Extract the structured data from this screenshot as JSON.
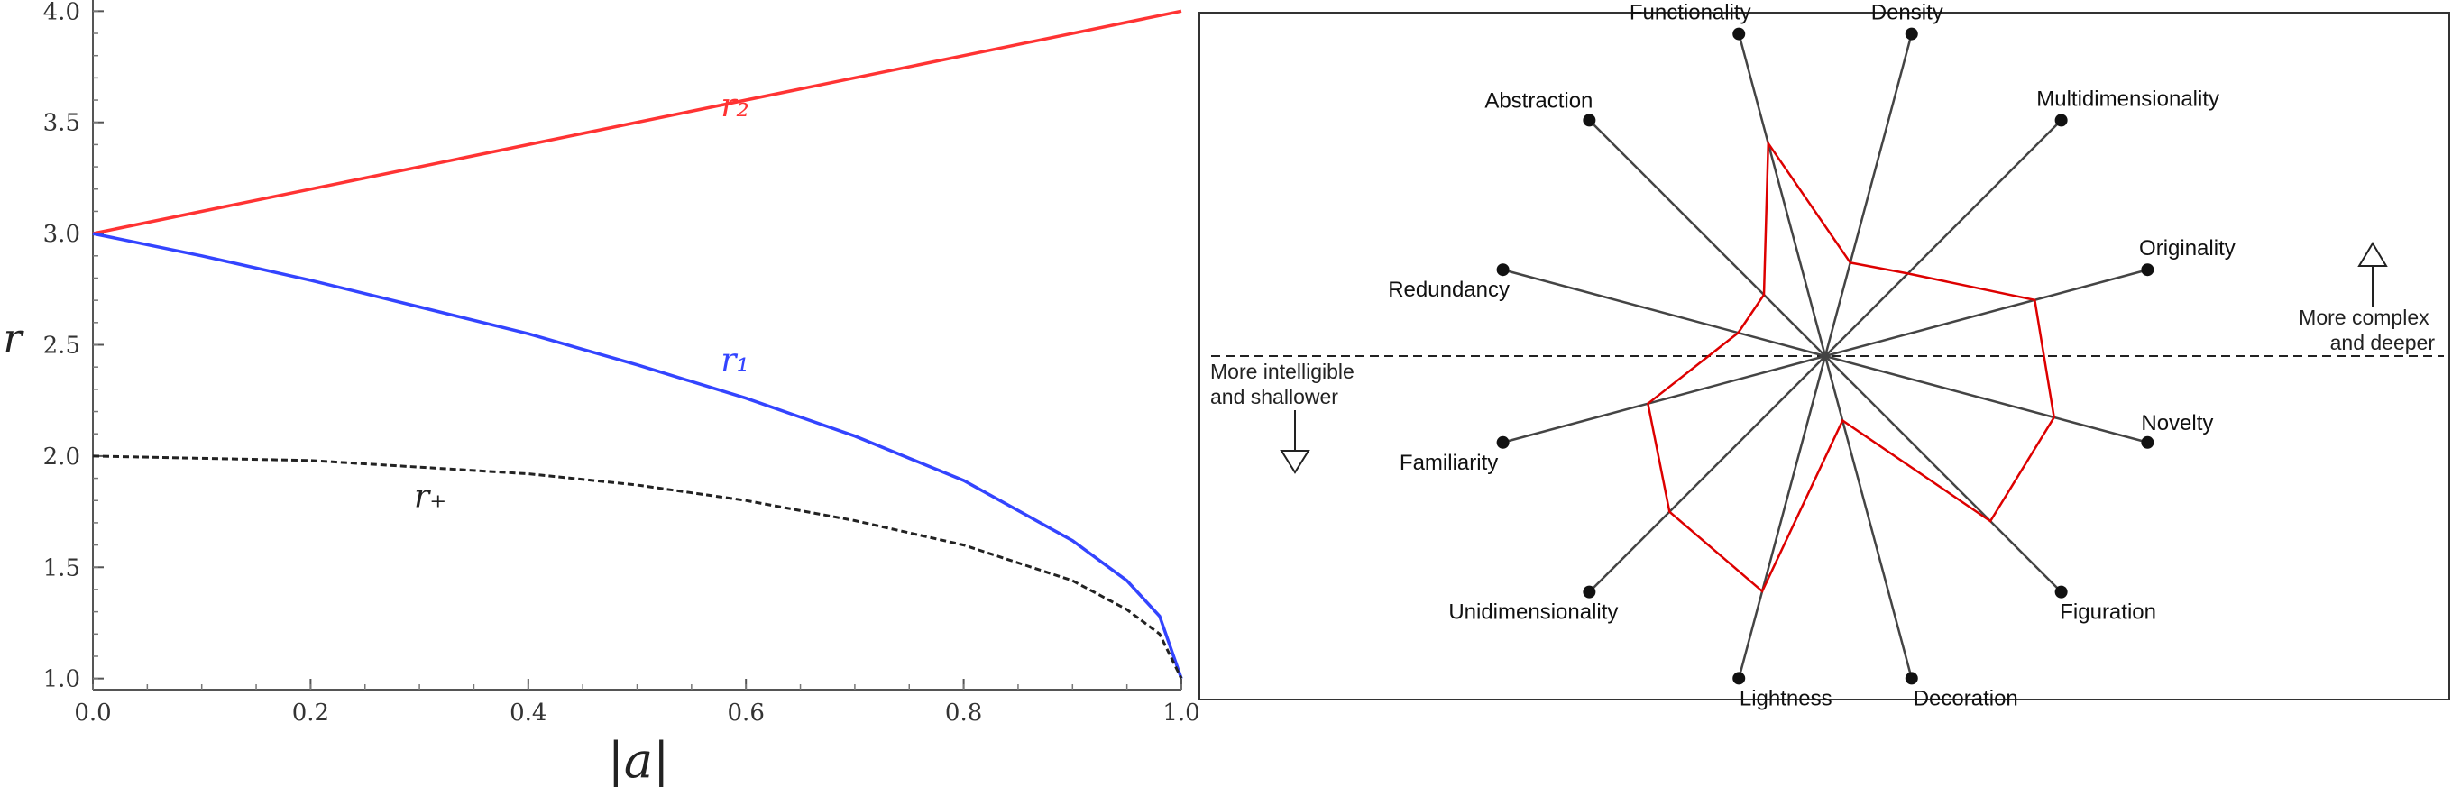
{
  "chart_data": [
    {
      "type": "line",
      "title": "",
      "xlabel": "|a|",
      "ylabel": "r",
      "xlim": [
        0.0,
        1.0
      ],
      "ylim": [
        0.95,
        4.05
      ],
      "x_ticks": [
        "0.0",
        "0.2",
        "0.4",
        "0.6",
        "0.8",
        "1.0"
      ],
      "y_ticks": [
        "1.0",
        "1.5",
        "2.0",
        "2.5",
        "3.0",
        "3.5",
        "4.0"
      ],
      "grid": false,
      "series": [
        {
          "name": "r2",
          "color": "#ff3333",
          "style": "solid",
          "x": [
            0.0,
            0.2,
            0.4,
            0.6,
            0.8,
            1.0
          ],
          "y": [
            3.0,
            3.2,
            3.4,
            3.6,
            3.8,
            4.0
          ]
        },
        {
          "name": "r1",
          "color": "#3344ff",
          "style": "solid",
          "x": [
            0.0,
            0.1,
            0.2,
            0.3,
            0.4,
            0.5,
            0.6,
            0.7,
            0.8,
            0.9,
            0.95,
            0.98,
            1.0
          ],
          "y": [
            3.0,
            2.9,
            2.79,
            2.67,
            2.55,
            2.41,
            2.26,
            2.09,
            1.89,
            1.62,
            1.44,
            1.28,
            1.0
          ]
        },
        {
          "name": "r+",
          "color": "#222222",
          "style": "dashed",
          "x": [
            0.0,
            0.1,
            0.2,
            0.3,
            0.4,
            0.5,
            0.6,
            0.7,
            0.8,
            0.9,
            0.95,
            0.98,
            1.0
          ],
          "y": [
            2.0,
            1.99,
            1.98,
            1.95,
            1.92,
            1.87,
            1.8,
            1.71,
            1.6,
            1.44,
            1.31,
            1.2,
            1.0
          ]
        }
      ],
      "annotations": [
        {
          "text": "r₂",
          "series": "r2",
          "x": 0.59,
          "y": 3.6
        },
        {
          "text": "r₁",
          "series": "r1",
          "x": 0.59,
          "y": 2.26
        },
        {
          "text": "r₊",
          "series": "r+",
          "x": 0.31,
          "y": 1.77
        }
      ]
    },
    {
      "type": "radar",
      "title": "",
      "grid": false,
      "axes": [
        "Density",
        "Multidimensionality",
        "Originality",
        "Novelty",
        "Figuration",
        "Decoration",
        "Lightness",
        "Unidimensionality",
        "Familiarity",
        "Redundancy",
        "Abstraction",
        "Functionality"
      ],
      "scale_max": 1.0,
      "series": [
        {
          "name": "",
          "color": "#dd0000",
          "values": [
            0.29,
            0.35,
            0.65,
            0.71,
            0.7,
            0.2,
            0.73,
            0.66,
            0.55,
            0.27,
            0.26,
            0.66
          ]
        }
      ],
      "divider": {
        "top_text": "More complex\nand deeper",
        "bottom_text": "More intelligible\nand shallower"
      }
    }
  ]
}
